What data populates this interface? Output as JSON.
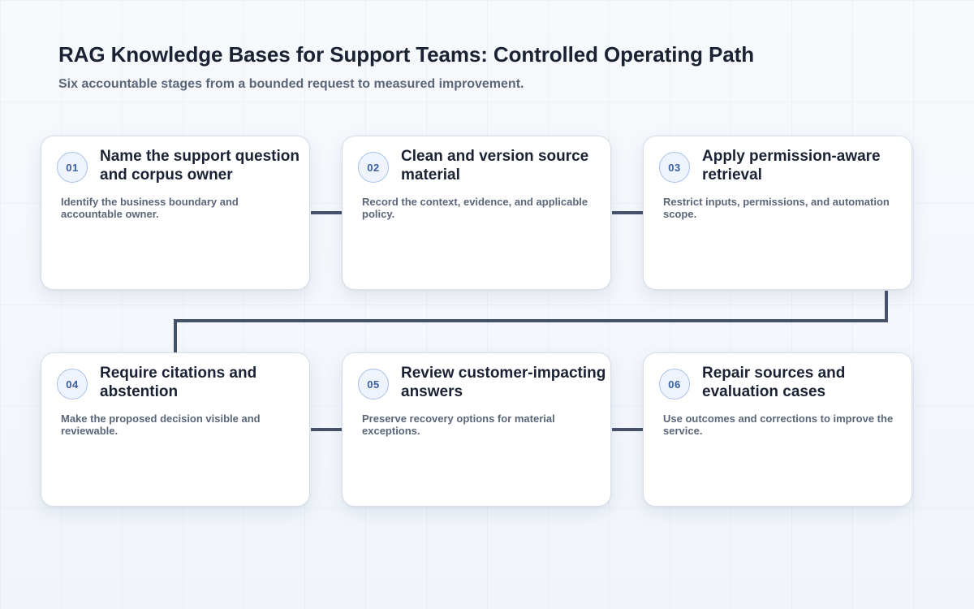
{
  "header": {
    "title": "RAG Knowledge Bases for Support Teams: Controlled Operating Path",
    "subtitle": "Six accountable stages from a bounded request to measured improvement."
  },
  "colors": {
    "connector": "#46526a",
    "badge_text": "#3a5fa5",
    "badge_border": "#a9c1ea",
    "title_text": "#1a2233",
    "body_text": "#5b6679"
  },
  "steps": [
    {
      "number": "01",
      "title": "Name the support question and corpus owner",
      "description": "Identify the business boundary and accountable owner."
    },
    {
      "number": "02",
      "title": "Clean and version source material",
      "description": "Record the context, evidence, and applicable policy."
    },
    {
      "number": "03",
      "title": "Apply permission-aware retrieval",
      "description": "Restrict inputs, permissions, and automation scope."
    },
    {
      "number": "04",
      "title": "Require citations and abstention",
      "description": "Make the proposed decision visible and reviewable."
    },
    {
      "number": "05",
      "title": "Review customer-impacting answers",
      "description": "Preserve recovery options for material exceptions."
    },
    {
      "number": "06",
      "title": "Repair sources and evaluation cases",
      "description": "Use outcomes and corrections to improve the service."
    }
  ]
}
